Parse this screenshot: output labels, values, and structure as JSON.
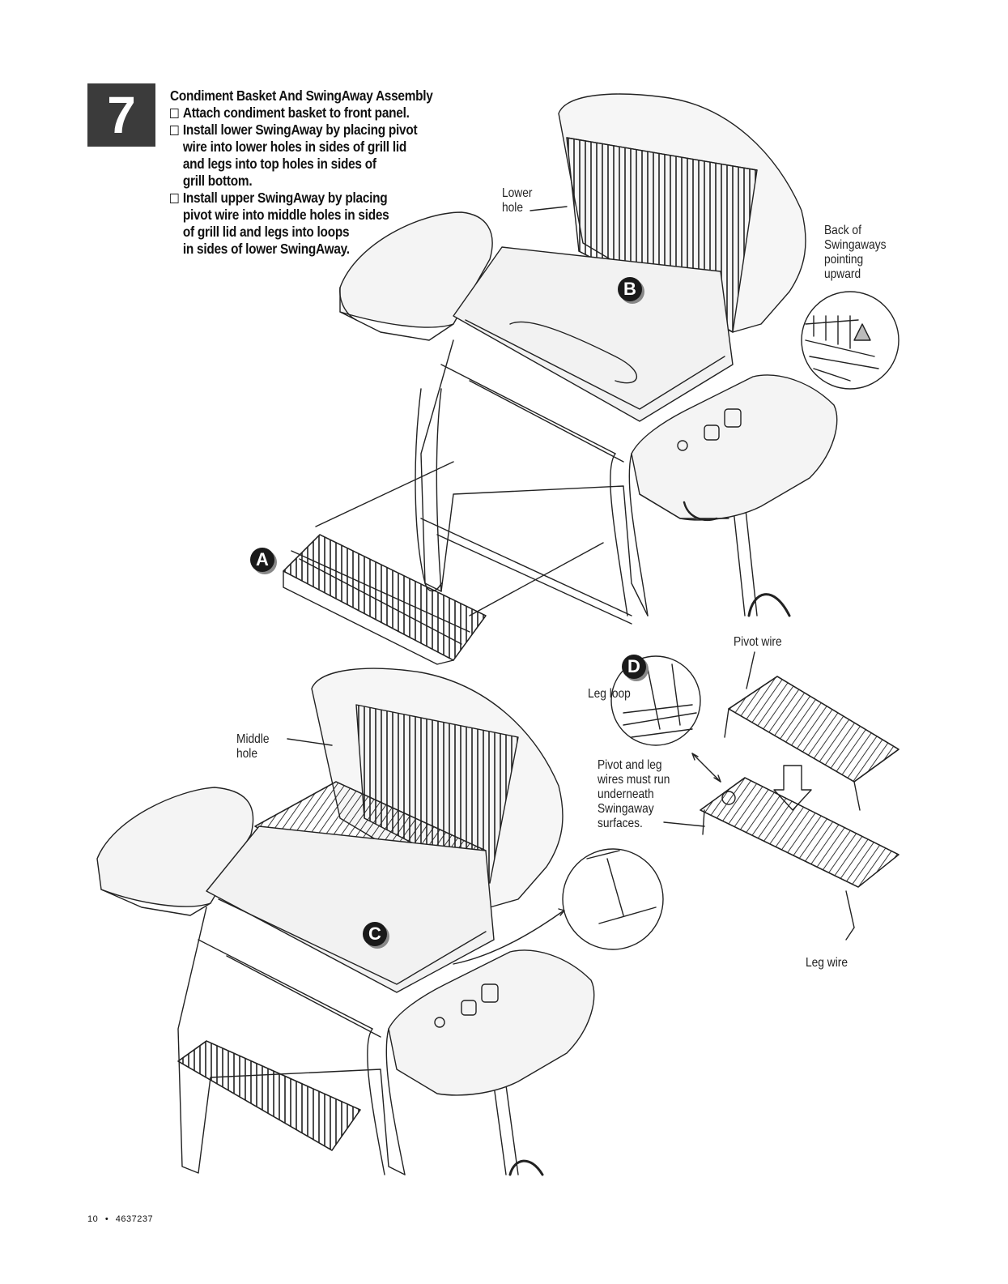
{
  "step": {
    "number": "7"
  },
  "instructions": {
    "title": "Condiment Basket And SwingAway Assembly",
    "steps": [
      "Attach condiment basket to front panel.",
      "Install lower SwingAway by placing pivot\nwire into lower holes in sides of grill lid\nand legs into top holes in sides of\ngrill bottom.",
      "Install upper SwingAway by placing\npivot wire into middle holes in sides\nof grill lid and legs into loops\nin sides of lower SwingAway."
    ]
  },
  "labels": {
    "lower_hole": "Lower\nhole",
    "back_of_swingaways": "Back of\nSwingaways\npointing\nupward",
    "middle_hole": "Middle\nhole",
    "pivot_wire": "Pivot wire",
    "leg_loop": "Leg loop",
    "pivot_and_leg": "Pivot and leg\nwires must run\nunderneath\nSwingaway\nsurfaces.",
    "leg_wire": "Leg wire"
  },
  "callouts": {
    "a": "A",
    "b": "B",
    "c": "C",
    "d": "D"
  },
  "footer": {
    "page": "10",
    "separator": "•",
    "doc_number": "4637237"
  }
}
